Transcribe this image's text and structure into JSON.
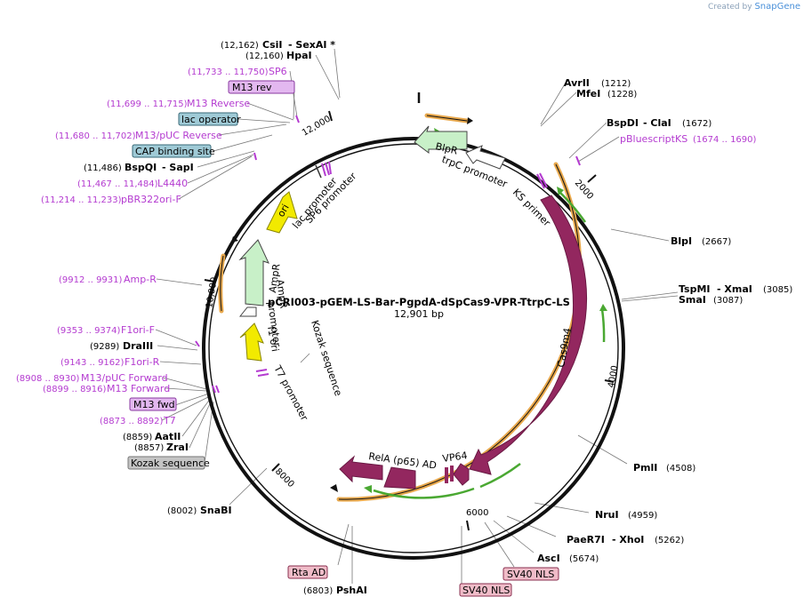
{
  "credit": {
    "prefix": "Created by",
    "brand": "SnapGene"
  },
  "plasmid": {
    "name": "pCRI003-pGEM-LS-Bar-PgpdA-dSpCas9-VPR-TtrpC-LS",
    "size": "12,901 bp"
  },
  "ticks": [
    "2000",
    "4000",
    "6000",
    "8000",
    "10,000",
    "12,000"
  ],
  "sites": {
    "csii_pos": "(12,162)",
    "csii_name": "CsiI",
    "sexai_name": "- SexAI *",
    "hpai_pos": "(12,160)",
    "hpai_name": "HpaI",
    "sp6_pos": "(11,733 .. 11,750)",
    "sp6_name": "SP6",
    "m13rev_name": "M13 rev",
    "m13reverse_pos": "(11,699 .. 11,715)",
    "m13reverse_name": "M13 Reverse",
    "lacop_name": "lac operator",
    "m13puc_pos": "(11,680 .. 11,702)",
    "m13puc_name": "M13/pUC Reverse",
    "cap_name": "CAP binding site",
    "bspqi_pos": "(11,486)",
    "bspqi_name": "BspQI",
    "sapi_name": "- SapI",
    "l4440_pos": "(11,467 .. 11,484)",
    "l4440_name": "L4440",
    "pbr_pos": "(11,214 .. 11,233)",
    "pbr_name": "pBR322ori-F",
    "ampr_pos": "(9912 .. 9931)",
    "ampr_name": "Amp-R",
    "f1orif_pos": "(9353 .. 9374)",
    "f1orif_name": "F1ori-F",
    "draiii_pos": "(9289)",
    "draiii_name": "DraIII",
    "f1orir_pos": "(9143 .. 9162)",
    "f1orir_name": "F1ori-R",
    "m13pucf_pos": "(8908 .. 8930)",
    "m13pucf_name": "M13/pUC Forward",
    "m13f_pos": "(8899 .. 8916)",
    "m13f_name": "M13 Forward",
    "m13fwd_name": "M13 fwd",
    "t7_pos": "(8873 .. 8892)",
    "t7_name": "T7",
    "aatii_pos": "(8859)",
    "aatii_name": "AatII",
    "zrai_pos": "(8857)",
    "zrai_name": "ZraI",
    "kozak_name": "Kozak sequence",
    "snabi_pos": "(8002)",
    "snabi_name": "SnaBI",
    "rtaad_name": "Rta AD",
    "pshai_pos": "(6803)",
    "pshai_name": "PshAI",
    "sv40a_name": "SV40 NLS",
    "sv40b_name": "SV40 NLS",
    "asci_name": "AscI",
    "asci_pos": "(5674)",
    "paer7i_name": "PaeR7I",
    "xhoi_name": "- XhoI",
    "xhoi_pos": "(5262)",
    "nrui_name": "NruI",
    "nrui_pos": "(4959)",
    "pmli_name": "PmlI",
    "pmli_pos": "(4508)",
    "tspmi_name": "TspMI",
    "xmai_name": "- XmaI",
    "xmai_pos": "(3085)",
    "smai_name": "SmaI",
    "smai_pos": "(3087)",
    "blpi_name": "BlpI",
    "blpi_pos": "(2667)",
    "pbks_name": "pBluescriptKS",
    "pbks_pos": "(1674 .. 1690)",
    "bspdi_name": "BspDI",
    "clai_name": "- ClaI",
    "clai_pos": "(1672)",
    "avrii_name": "AvrII",
    "avrii_pos": "(1212)",
    "mfei_name": "MfeI",
    "mfei_pos": "(1228)"
  },
  "features": {
    "blpr": "BlpR",
    "trpc": "trpC promoter",
    "ks": "KS primer",
    "cas9": "Cas9m4",
    "vp64": "VP64",
    "rela": "RelA (p65) AD",
    "ori": "ori",
    "lacp": "lac promoter",
    "sp6p": "SP6 promoter",
    "ampr": "AmpR",
    "amprp": "AmpR",
    "amprp2": "promoter",
    "f1ori": "f1 ori",
    "kozak": "Kozak sequence",
    "t7p": "T7 promoter"
  },
  "colors": {
    "backbone": "#111111",
    "cas9": "#93275f",
    "orf_outline": "#e8a84c",
    "orf_arrow": "#4aa832",
    "primer": "#b43bd0",
    "ori": "#f2ea00",
    "ampr": "#c8f0c8",
    "blpr": "#c8f0c8"
  }
}
